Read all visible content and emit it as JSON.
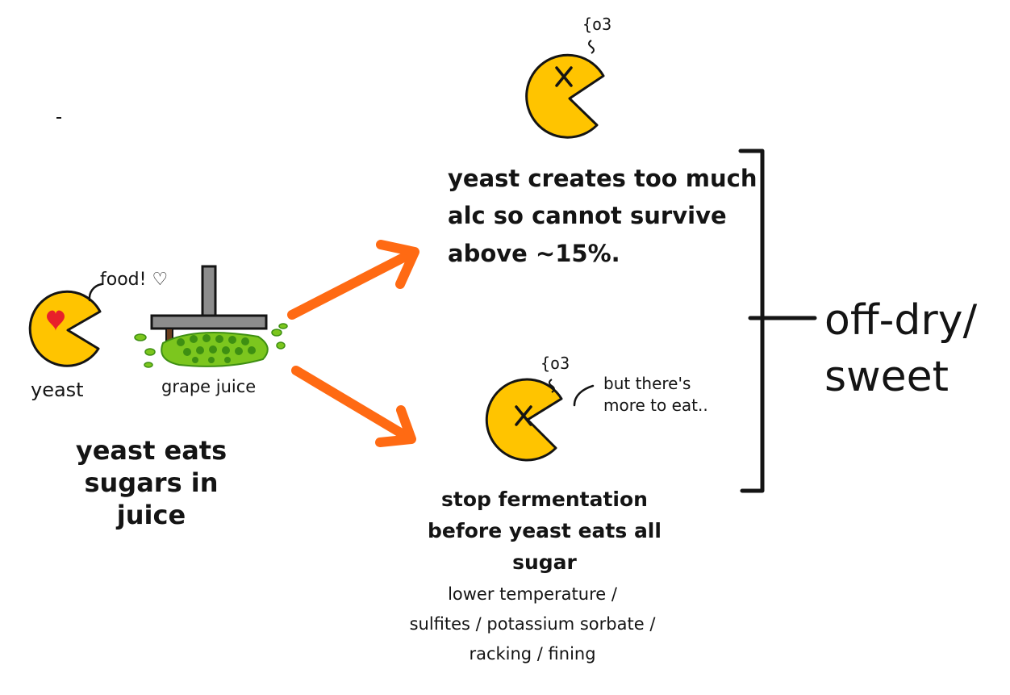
{
  "labels": {
    "yeast": "yeast",
    "grape_juice": "grape juice",
    "food": "food! ♡",
    "left_caption": "yeast eats\nsugars in juice",
    "top_caption": "yeast creates too much\nalc so cannot survive\nabove ~15%.",
    "bottom_caption": "stop fermentation\nbefore yeast eats all sugar",
    "methods_caption": "lower temperature /\nsulfites / potassium sorbate /\nracking / fining",
    "more_to_eat": "but there's\nmore to eat..",
    "result": "off-dry/\nsweet",
    "dizzy": "{o3"
  },
  "colors": {
    "yeast_fill": "#FFC400",
    "outline": "#141414",
    "heart": "#E8202A",
    "arrow": "#FF6A13",
    "press_gray": "#8C8C8C",
    "grape_green": "#7CC61E",
    "grape_dark": "#3E8F12"
  },
  "icons": [
    "pacman-yeast-heart-icon",
    "pacman-yeast-dead-icon",
    "grape-press-icon",
    "arrow-icon",
    "bracket-icon"
  ]
}
